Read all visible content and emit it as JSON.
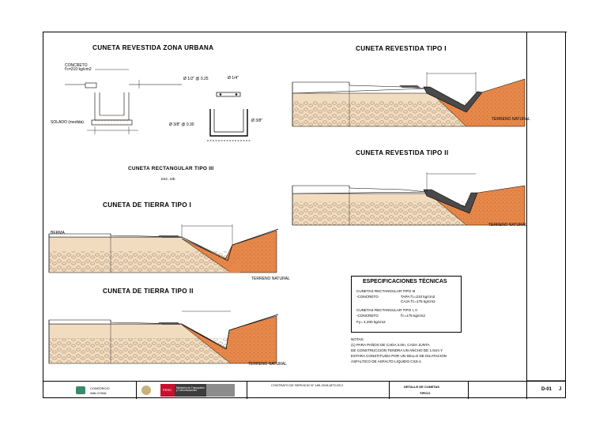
{
  "titles": {
    "urbana": "CUNETA REVESTIDA ZONA URBANA",
    "rect_tipo3": "CUNETA RECTANGULAR TIPO III",
    "rect_tipo3_scale": "ESC. S/E",
    "tierra1": "CUNETA DE TIERRA TIPO I",
    "tierra2": "CUNETA DE TIERRA TIPO II",
    "rev1": "CUNETA REVESTIDA TIPO I",
    "rev2": "CUNETA REVESTIDA TIPO II"
  },
  "labels": {
    "concreto": "CONCRETO",
    "fc": "f'c=210 kg/cm2",
    "solado": "SOLADO (medida)",
    "bar1": "Ø 1/2\" @ 0.25",
    "bar2": "Ø 1/4\"",
    "bar3": "Ø 3/8\" @ 0.30",
    "bar4": "Ø 3/8\"",
    "terreno": "TERRENO NATURAL",
    "berma": "BERMA"
  },
  "spec": {
    "title": "ESPECIFICACIONES TÉCNICAS",
    "l1": "CUNETAS RECTANGULAR TIPO III",
    "l2": "-CONCRETO",
    "l2b": "TAPA f'c=210 kg/cm2",
    "l2c": "CAJA f'c=175 kg/cm2",
    "l3": "CUNETAS RECTANGULAR TIPO I, II",
    "l4": "-CONCRETO",
    "l4b": "f'c=175 kg/cm2",
    "l5": "Fy= 4,200 kg/cm2"
  },
  "notes": {
    "title": "NOTAS:",
    "n1": "(1) PARA PAÑOS DE CADA 3.0m, CADA JUNTA",
    "n2": "DE CONSTRUCCION TENDRA UN ANCHO DE 1.0cm Y",
    "n3": "ESTARA CONSTITUIDA POR UN SELLO DE DILATACION",
    "n4": "ASFALTICO DE ASFALTO LIQUIDO CSS-1"
  },
  "title_block": {
    "consorcio": "CONSORCIO",
    "walcoma": "WALCOMA",
    "peru": "PERÚ",
    "ministerio": "Ministerio de Transportes y Comunicaciones",
    "contrato": "CONTRATO DE SERVICIO N° 189-2018-MTC/20.2",
    "drawing": "DETALLE DE CUNETAS",
    "drawing_sub": "TIPICO",
    "sheet": "D-01",
    "sheet_sep": "J"
  },
  "colors": {
    "orange": "#e6884a",
    "tan": "#f2dcc0",
    "concrete": "#555555"
  }
}
